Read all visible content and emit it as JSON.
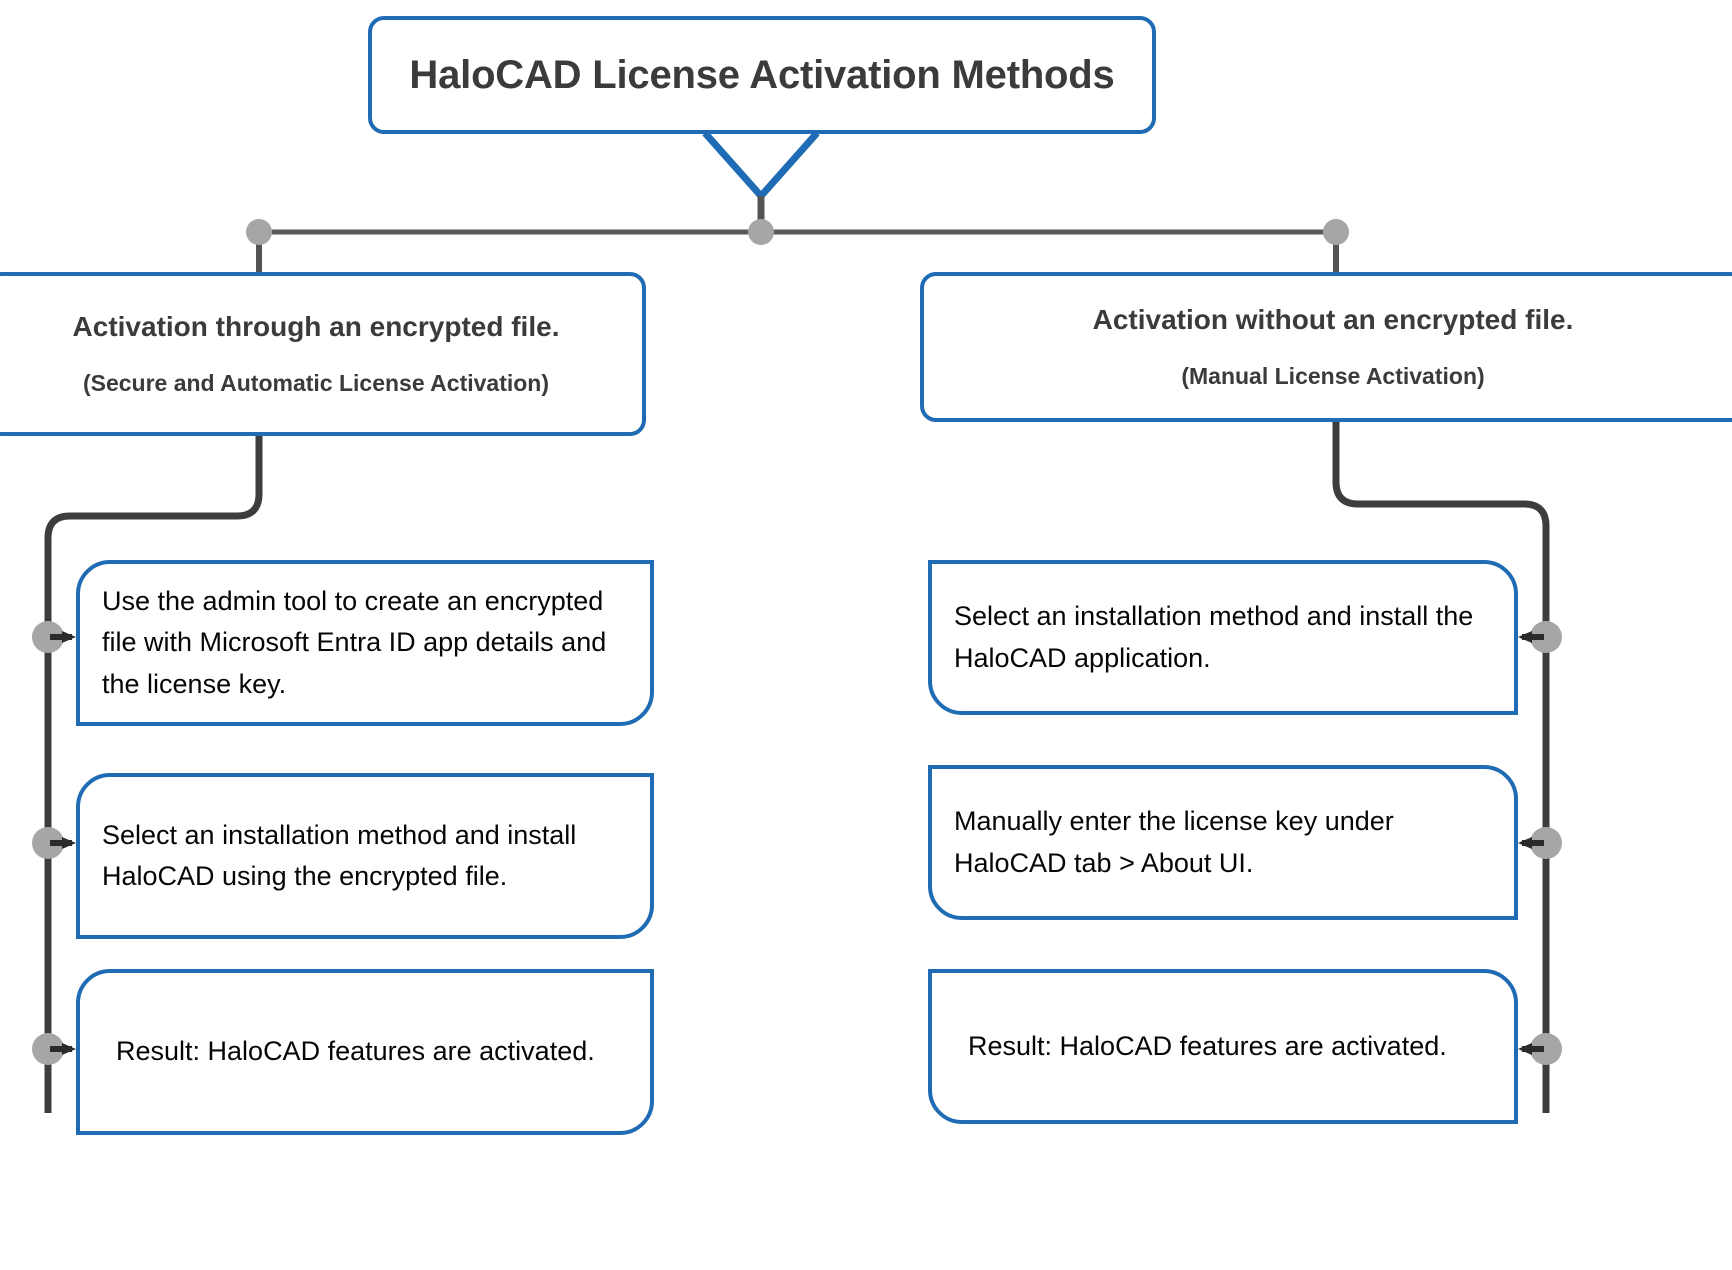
{
  "diagram": {
    "title": "HaloCAD License Activation Methods",
    "colors": {
      "box_border": "#1f6cb4",
      "connector": "#3d3d3d",
      "connector_dot": "#a6a6a6",
      "title_text": "#3b3b3b",
      "body_text": "#060606",
      "background": "#ffffff"
    },
    "branches": [
      {
        "id": "encrypted-file",
        "heading": "Activation through an encrypted file.",
        "subheading": "(Secure and Automatic License Activation)",
        "steps": [
          "Use the admin tool to create an encrypted file with Microsoft Entra ID app details and the license key.",
          "Select an installation method and install HaloCAD using the encrypted file.",
          "Result: HaloCAD features are activated."
        ]
      },
      {
        "id": "manual",
        "heading": "Activation without an encrypted file.",
        "subheading": "(Manual License Activation)",
        "steps": [
          "Select an installation method and install the HaloCAD application.",
          "Manually enter the license key under HaloCAD tab > About UI.",
          "Result: HaloCAD features are activated."
        ]
      }
    ]
  }
}
